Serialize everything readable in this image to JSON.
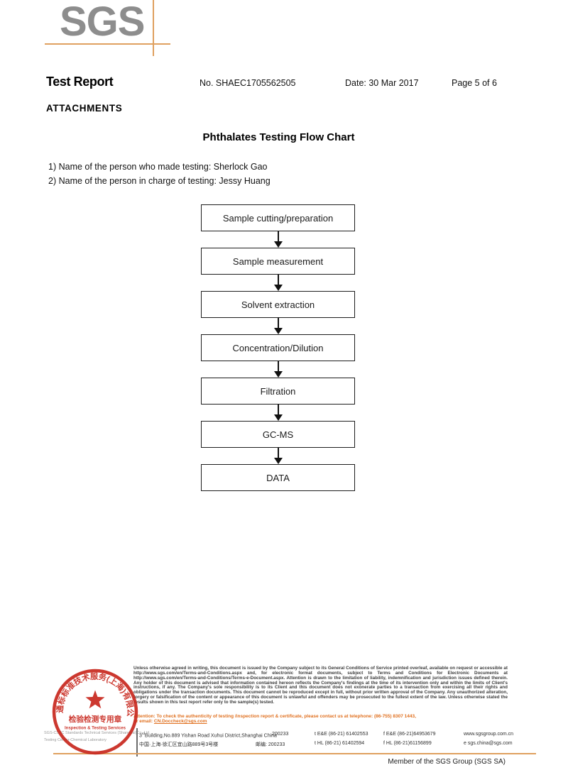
{
  "logo": {
    "text": "SGS"
  },
  "header": {
    "title": "Test Report",
    "report_no": "No. SHAEC1705562505",
    "date": "Date: 30 Mar 2017",
    "page_info": "Page 5 of 6"
  },
  "attachments": {
    "heading": "ATTACHMENTS",
    "chart_title": "Phthalates Testing Flow Chart",
    "note1": "1) Name of the person who made testing: Sherlock Gao",
    "note2": "2) Name of the person in charge of testing: Jessy Huang"
  },
  "flowchart": {
    "steps": [
      "Sample cutting/preparation",
      "Sample measurement",
      "Solvent extraction",
      "Concentration/Dilution",
      "Filtration",
      "GC-MS",
      "DATA"
    ]
  },
  "footer": {
    "disclaimer": "Unless otherwise agreed in writing, this document is issued by the Company subject to its General Conditions of Service printed overleaf, available on request or accessible at http://www.sgs.com/en/Terms-and-Conditions.aspx and, for electronic format documents, subject to Terms and Conditions for Electronic Documents at http://www.sgs.com/en/Terms-and-Conditions/Terms-e-Document.aspx. Attention is drawn to the limitation of liability, indemnification and jurisdiction issues defined therein. Any holder of this document is advised that information contained hereon reflects the Company's findings at the time of its intervention only and within the limits of Client's instructions, if any. The Company's sole responsibility is to its Client and this document does not exonerate parties to a transaction from exercising all their rights and obligations under the transaction documents. This document cannot be reproduced except in full, without prior written approval of the Company. Any unauthorized alteration, forgery or falsification of the content or appearance of this document is unlawful and offenders may be prosecuted to the fullest extent of the law. Unless otherwise stated the results shown in this test report refer only to the sample(s) tested.",
    "attention_line1": "Attention: To check the authenticity of testing /inspection report & certificate, please contact us at telephone: (86-755) 8307 1443,",
    "attention_email_prefix": "or email: ",
    "attention_email": "CN.Doccheck@sgs.com",
    "company_line1": "SGS-CSTC Standards Technical Services (Shanghai)Co.,Ltd.",
    "company_line2": "Testing Center-Chemical Laboratory",
    "address_en_num": "3",
    "address_en_sup": "rd",
    "address_en_rest": "Building,No.889 Yishan Road Xuhui District,Shanghai China",
    "postcode_en": "200233",
    "tel_en": "t E&E (86-21) 61402553",
    "fax_en": "f E&E (86-21)64953679",
    "website": "www.sgsgroup.com.cn",
    "address_cn": "中国·上海·徐汇区宜山路889号3号楼",
    "postcode_cn": "邮编: 200233",
    "tel_cn": "t HL (86-21) 61402594",
    "fax_cn": "f HL (86-21)61156899",
    "email": "e sgs.china@sgs.com",
    "member_line": "Member of the SGS Group (SGS SA)"
  },
  "stamp": {
    "arc_text": "通标标准技术服务(上海)有限公司",
    "banner_cn": "检验检测专用章",
    "banner_en": "Inspection & Testing Services"
  },
  "colors": {
    "logo_grey": "#8d8d8d",
    "accent_orange": "#dfa05f",
    "attention_orange": "#e0701f",
    "stamp_red": "#c8281e"
  }
}
